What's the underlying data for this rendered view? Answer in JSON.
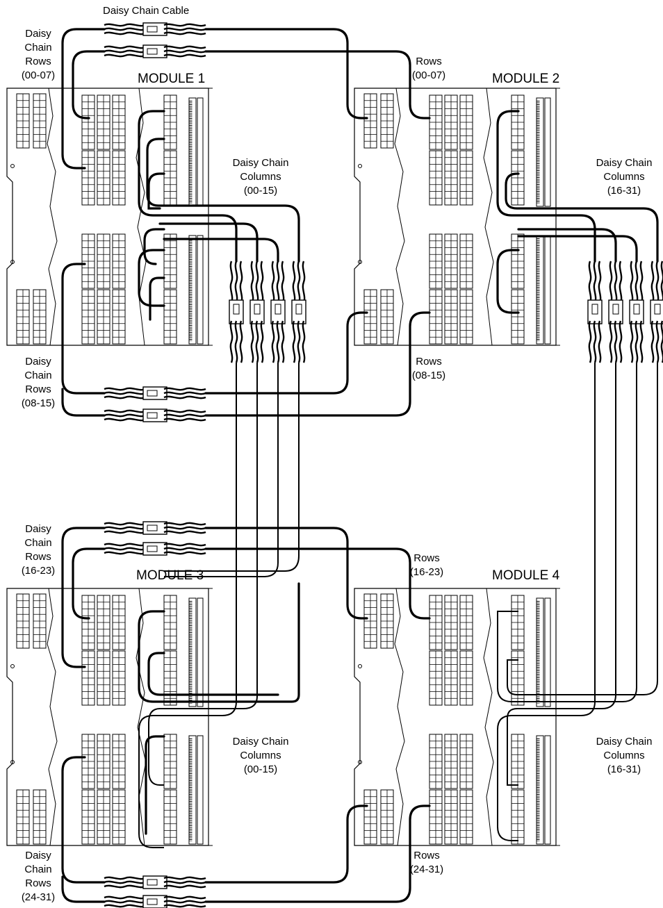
{
  "top_label": "Daisy Chain Cable",
  "modules": [
    {
      "id": "m1",
      "title": "MODULE 1",
      "rows_label": [
        "Daisy",
        "Chain",
        "Rows",
        "(00-07)"
      ],
      "rows_label_bottom": [
        "Daisy",
        "Chain",
        "Rows",
        "(08-15)"
      ],
      "cols_label": [
        "Daisy Chain",
        "Columns",
        "(00-15)"
      ]
    },
    {
      "id": "m2",
      "title": "MODULE 2",
      "rows_label": [
        "Rows",
        "(00-07)"
      ],
      "rows_label_bottom": [
        "Rows",
        "(08-15)"
      ],
      "cols_label": [
        "Daisy Chain",
        "Columns",
        "(16-31)"
      ]
    },
    {
      "id": "m3",
      "title": "MODULE 3",
      "rows_label": [
        "Daisy",
        "Chain",
        "Rows",
        "(16-23)"
      ],
      "rows_label_bottom": [
        "Daisy",
        "Chain",
        "Rows",
        "(24-31)"
      ],
      "cols_label": [
        "Daisy Chain",
        "Columns",
        "(00-15)"
      ]
    },
    {
      "id": "m4",
      "title": "MODULE 4",
      "rows_label": [
        "Rows",
        "(16-23)"
      ],
      "rows_label_bottom": [
        "Rows",
        "(24-31)"
      ],
      "cols_label": [
        "Daisy Chain",
        "Columns",
        "(16-31)"
      ]
    }
  ]
}
